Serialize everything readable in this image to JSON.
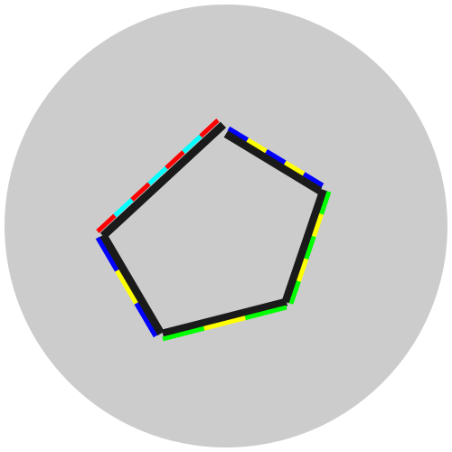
{
  "puzzle": {
    "board_color": "#cccccc",
    "background_color": "#ffffff",
    "piece_body_color": "#1a1a1a",
    "pieces": [
      {
        "name": "edge-top-left",
        "stripe_colors": [
          "#ff0000",
          "#00ffff",
          "#ff0000",
          "#00ffff",
          "#ff0000",
          "#00ffff",
          "#ff0000"
        ]
      },
      {
        "name": "edge-top-right",
        "stripe_colors": [
          "#0000ff",
          "#ffff00",
          "#0000ff",
          "#ffff00",
          "#0000ff"
        ]
      },
      {
        "name": "edge-right",
        "stripe_colors": [
          "#00ff00",
          "#ffff00",
          "#00ff00",
          "#ffff00",
          "#00ff00"
        ]
      },
      {
        "name": "edge-bottom",
        "stripe_colors": [
          "#00ff00",
          "#ffff00",
          "#00ff00"
        ]
      },
      {
        "name": "edge-left",
        "stripe_colors": [
          "#0000ff",
          "#ffff00",
          "#0000ff"
        ]
      }
    ]
  }
}
